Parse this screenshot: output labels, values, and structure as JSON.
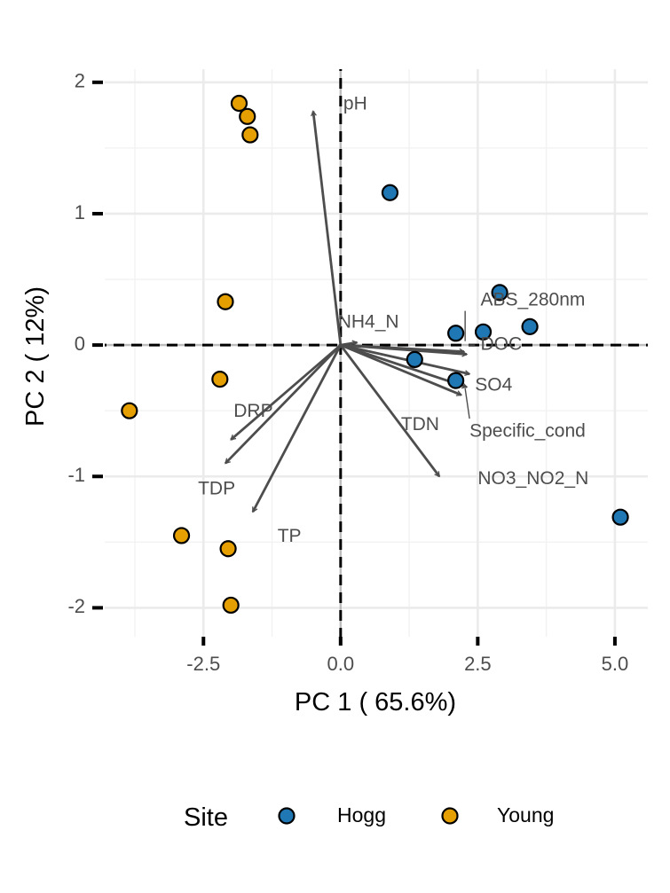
{
  "chart_data": {
    "type": "scatter",
    "title": "",
    "xlabel": "PC 1 ( 65.6%)",
    "ylabel": "PC 2 ( 12%)",
    "xlim": [
      -4.3,
      5.6
    ],
    "ylim": [
      -2.22,
      2.1
    ],
    "x_ticks": [
      -2.5,
      0.0,
      2.5,
      5.0
    ],
    "x_tick_labels": [
      "-2.5",
      "0.0",
      "2.5",
      "5.0"
    ],
    "y_ticks": [
      -2,
      -1,
      0,
      1,
      2
    ],
    "y_tick_labels": [
      "-2",
      "-1",
      "0",
      "1",
      "2"
    ],
    "grid": true,
    "legend": {
      "title": "Site",
      "placement": "bottom",
      "entries": [
        {
          "name": "Hogg",
          "color": "#1f77b4"
        },
        {
          "name": "Young",
          "color": "#e69f00"
        }
      ]
    },
    "series": [
      {
        "name": "Hogg",
        "color": "#1f77b4",
        "points": [
          {
            "x": 0.9,
            "y": 1.16
          },
          {
            "x": 2.9,
            "y": 0.4
          },
          {
            "x": 3.45,
            "y": 0.14
          },
          {
            "x": 2.1,
            "y": 0.09
          },
          {
            "x": 2.6,
            "y": 0.1
          },
          {
            "x": 1.35,
            "y": -0.11
          },
          {
            "x": 2.1,
            "y": -0.27
          },
          {
            "x": 5.1,
            "y": -1.31
          }
        ]
      },
      {
        "name": "Young",
        "color": "#e69f00",
        "points": [
          {
            "x": -1.85,
            "y": 1.84
          },
          {
            "x": -1.7,
            "y": 1.74
          },
          {
            "x": -1.65,
            "y": 1.6
          },
          {
            "x": -2.1,
            "y": 0.33
          },
          {
            "x": -2.2,
            "y": -0.26
          },
          {
            "x": -3.85,
            "y": -0.5
          },
          {
            "x": -2.9,
            "y": -1.45
          },
          {
            "x": -2.05,
            "y": -1.55
          },
          {
            "x": -2.0,
            "y": -1.98
          }
        ]
      }
    ],
    "loadings": [
      {
        "name": "pH",
        "x": -0.5,
        "y": 1.78,
        "label_x": 0.05,
        "label_y": 1.83
      },
      {
        "name": "NH4_N",
        "x": 0.3,
        "y": 0.02,
        "label_x": -0.05,
        "label_y": 0.17
      },
      {
        "name": "ABS_280nm",
        "x": 2.25,
        "y": -0.05,
        "label_x": 2.55,
        "label_y": 0.34
      },
      {
        "name": "DOC",
        "x": 2.3,
        "y": -0.07,
        "label_x": 2.55,
        "label_y": 0.0
      },
      {
        "name": "SO4",
        "x": 2.35,
        "y": -0.22,
        "label_x": 2.45,
        "label_y": -0.31
      },
      {
        "name": "Specific_cond",
        "x": 2.3,
        "y": -0.32,
        "label_x": 2.35,
        "label_y": -0.66
      },
      {
        "name": "TDN",
        "x": 2.2,
        "y": -0.38,
        "label_x": 1.1,
        "label_y": -0.61
      },
      {
        "name": "NO3_NO2_N",
        "x": 1.8,
        "y": -1.0,
        "label_x": 2.5,
        "label_y": -1.02
      },
      {
        "name": "DRP",
        "x": -2.0,
        "y": -0.72,
        "label_x": -1.95,
        "label_y": -0.51
      },
      {
        "name": "TDP",
        "x": -2.1,
        "y": -0.9,
        "label_x": -2.6,
        "label_y": -1.1
      },
      {
        "name": "TP",
        "x": -1.6,
        "y": -1.27,
        "label_x": -1.15,
        "label_y": -1.46
      }
    ]
  }
}
